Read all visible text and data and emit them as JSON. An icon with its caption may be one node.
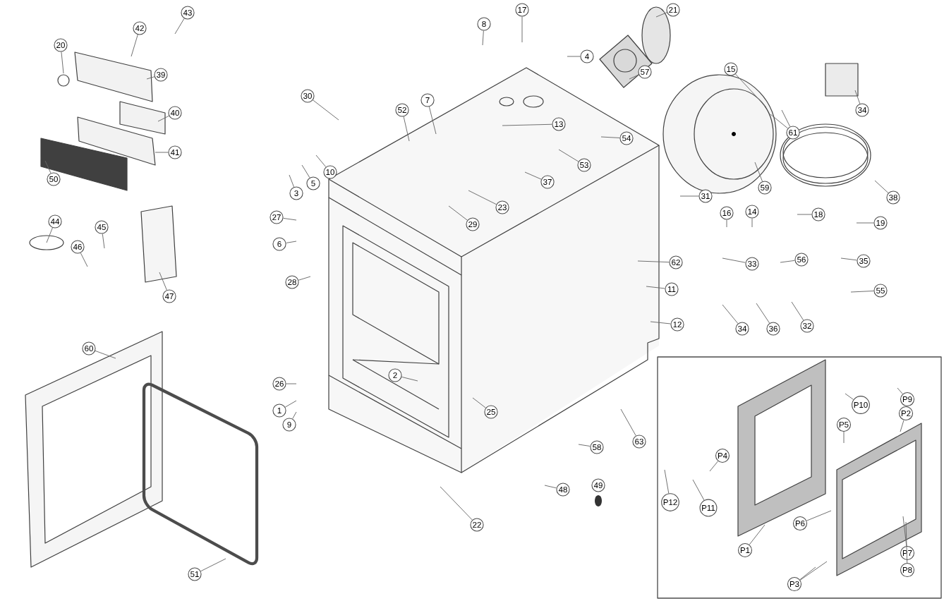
{
  "diagram": {
    "nodes": [
      {
        "text": [
          "43"
        ]
      },
      {
        "text": [
          "42"
        ]
      },
      {
        "text": [
          "20"
        ]
      },
      {
        "text": [
          "39"
        ]
      },
      {
        "text": [
          "40"
        ]
      },
      {
        "text": [
          "41"
        ]
      },
      {
        "text": [
          "50"
        ]
      },
      {
        "text": [
          "44"
        ]
      },
      {
        "text": [
          "45"
        ]
      },
      {
        "text": [
          "46"
        ]
      },
      {
        "text": [
          "47"
        ]
      },
      {
        "text": [
          "30"
        ]
      },
      {
        "text": [
          "3"
        ]
      },
      {
        "text": [
          "5"
        ]
      },
      {
        "text": [
          "10"
        ]
      },
      {
        "text": [
          "27"
        ]
      },
      {
        "text": [
          "6"
        ]
      },
      {
        "text": [
          "28"
        ]
      },
      {
        "text": [
          "8"
        ]
      },
      {
        "text": [
          "17"
        ]
      },
      {
        "text": [
          "4"
        ]
      },
      {
        "text": [
          "52"
        ]
      },
      {
        "text": [
          "7"
        ]
      },
      {
        "text": [
          "13"
        ]
      },
      {
        "text": [
          "53"
        ]
      },
      {
        "text": [
          "54"
        ]
      },
      {
        "text": [
          "37"
        ]
      },
      {
        "text": [
          "23"
        ]
      },
      {
        "text": [
          "29"
        ]
      },
      {
        "text": [
          "21"
        ]
      },
      {
        "text": [
          "57"
        ]
      },
      {
        "text": [
          "15"
        ]
      },
      {
        "text": [
          "34"
        ]
      },
      {
        "text": [
          "61"
        ]
      },
      {
        "text": [
          "59"
        ]
      },
      {
        "text": [
          "38"
        ]
      },
      {
        "text": [
          "31"
        ]
      },
      {
        "text": [
          "16"
        ]
      },
      {
        "text": [
          "14"
        ]
      },
      {
        "text": [
          "18"
        ]
      },
      {
        "text": [
          "19"
        ]
      },
      {
        "text": [
          "62"
        ]
      },
      {
        "text": [
          "33"
        ]
      },
      {
        "text": [
          "56"
        ]
      },
      {
        "text": [
          "35"
        ]
      },
      {
        "text": [
          "11"
        ]
      },
      {
        "text": [
          "55"
        ]
      },
      {
        "text": [
          "12"
        ]
      },
      {
        "text": [
          "34"
        ]
      },
      {
        "text": [
          "36"
        ]
      },
      {
        "text": [
          "32"
        ]
      },
      {
        "text": [
          "60"
        ]
      },
      {
        "text": [
          "26"
        ]
      },
      {
        "text": [
          "2"
        ]
      },
      {
        "text": [
          "1"
        ]
      },
      {
        "text": [
          "9"
        ]
      },
      {
        "text": [
          "25"
        ]
      },
      {
        "text": [
          "P10"
        ]
      },
      {
        "text": [
          "P9"
        ]
      },
      {
        "text": [
          "P2"
        ]
      },
      {
        "text": [
          "P5"
        ]
      },
      {
        "text": [
          "58"
        ]
      },
      {
        "text": [
          "63"
        ]
      },
      {
        "text": [
          "P4"
        ]
      },
      {
        "text": [
          "49"
        ]
      },
      {
        "text": [
          "48"
        ]
      },
      {
        "text": [
          "P12"
        ]
      },
      {
        "text": [
          "P11"
        ]
      },
      {
        "text": [
          "P6"
        ]
      },
      {
        "text": [
          "22"
        ]
      },
      {
        "text": [
          "P1"
        ]
      },
      {
        "text": [
          "P7"
        ]
      },
      {
        "text": [
          "P8"
        ]
      },
      {
        "text": [
          "P3"
        ]
      },
      {
        "text": [
          "51"
        ]
      }
    ],
    "edges": [
      {
        "from": 0,
        "to": null,
        "arrow": "none"
      },
      {
        "from": 1,
        "to": null,
        "arrow": "none"
      },
      {
        "from": 2,
        "to": null,
        "arrow": "none"
      },
      {
        "from": 3,
        "to": null,
        "arrow": "none"
      },
      {
        "from": 4,
        "to": null,
        "arrow": "none"
      },
      {
        "from": 5,
        "to": null,
        "arrow": "none"
      },
      {
        "from": 6,
        "to": null,
        "arrow": "none"
      },
      {
        "from": 7,
        "to": null,
        "arrow": "none"
      },
      {
        "from": 8,
        "to": null,
        "arrow": "none"
      },
      {
        "from": 9,
        "to": null,
        "arrow": "none"
      },
      {
        "from": 10,
        "to": null,
        "arrow": "none"
      },
      {
        "from": 11,
        "to": null,
        "arrow": "none"
      },
      {
        "from": 12,
        "to": null,
        "arrow": "none"
      },
      {
        "from": 13,
        "to": null,
        "arrow": "none"
      },
      {
        "from": 14,
        "to": null,
        "arrow": "none"
      },
      {
        "from": 15,
        "to": null,
        "arrow": "none"
      },
      {
        "from": 16,
        "to": null,
        "arrow": "none"
      },
      {
        "from": 17,
        "to": null,
        "arrow": "none"
      },
      {
        "from": 18,
        "to": null,
        "arrow": "none"
      },
      {
        "from": 19,
        "to": null,
        "arrow": "none"
      },
      {
        "from": 20,
        "to": null,
        "arrow": "none"
      },
      {
        "from": 21,
        "to": null,
        "arrow": "none"
      },
      {
        "from": 22,
        "to": null,
        "arrow": "none"
      },
      {
        "from": 23,
        "to": null,
        "arrow": "none"
      },
      {
        "from": 24,
        "to": null,
        "arrow": "none"
      },
      {
        "from": 25,
        "to": null,
        "arrow": "none"
      },
      {
        "from": 26,
        "to": null,
        "arrow": "none"
      },
      {
        "from": 27,
        "to": null,
        "arrow": "none"
      },
      {
        "from": 28,
        "to": null,
        "arrow": "none"
      },
      {
        "from": 29,
        "to": null,
        "arrow": "none"
      },
      {
        "from": 30,
        "to": null,
        "arrow": "none"
      },
      {
        "from": 31,
        "to": null,
        "arrow": "none"
      },
      {
        "from": 32,
        "to": null,
        "arrow": "none"
      },
      {
        "from": 33,
        "to": null,
        "arrow": "none"
      },
      {
        "from": 33,
        "to": null,
        "arrow": "none"
      },
      {
        "from": 34,
        "to": null,
        "arrow": "none"
      },
      {
        "from": 35,
        "to": null,
        "arrow": "none"
      },
      {
        "from": 36,
        "to": null,
        "arrow": "none"
      },
      {
        "from": 37,
        "to": null,
        "arrow": "none"
      },
      {
        "from": 38,
        "to": null,
        "arrow": "none"
      },
      {
        "from": 39,
        "to": null,
        "arrow": "none"
      },
      {
        "from": 40,
        "to": null,
        "arrow": "none"
      },
      {
        "from": 41,
        "to": null,
        "arrow": "none"
      },
      {
        "from": 42,
        "to": null,
        "arrow": "none"
      },
      {
        "from": 43,
        "to": null,
        "arrow": "none"
      },
      {
        "from": 44,
        "to": null,
        "arrow": "none"
      },
      {
        "from": 45,
        "to": null,
        "arrow": "none"
      },
      {
        "from": 46,
        "to": null,
        "arrow": "none"
      },
      {
        "from": 47,
        "to": null,
        "arrow": "none"
      },
      {
        "from": 48,
        "to": null,
        "arrow": "none"
      },
      {
        "from": 49,
        "to": null,
        "arrow": "none"
      },
      {
        "from": 50,
        "to": null,
        "arrow": "none"
      },
      {
        "from": 51,
        "to": null,
        "arrow": "none"
      },
      {
        "from": 52,
        "to": null,
        "arrow": "none"
      },
      {
        "from": 53,
        "to": null,
        "arrow": "none"
      },
      {
        "from": 54,
        "to": null,
        "arrow": "none"
      },
      {
        "from": 55,
        "to": null,
        "arrow": "none"
      },
      {
        "from": 56,
        "to": null,
        "arrow": "none"
      },
      {
        "from": 57,
        "to": null,
        "arrow": "none"
      },
      {
        "from": 58,
        "to": null,
        "arrow": "none"
      },
      {
        "from": 59,
        "to": null,
        "arrow": "none"
      },
      {
        "from": 60,
        "to": null,
        "arrow": "none"
      },
      {
        "from": 61,
        "to": null,
        "arrow": "none"
      },
      {
        "from": 62,
        "to": null,
        "arrow": "none"
      },
      {
        "from": 63,
        "to": null,
        "arrow": "none"
      },
      {
        "from": 65,
        "to": null,
        "arrow": "none"
      },
      {
        "from": 66,
        "to": null,
        "arrow": "none"
      },
      {
        "from": 67,
        "to": null,
        "arrow": "none"
      },
      {
        "from": 68,
        "to": null,
        "arrow": "none"
      },
      {
        "from": 69,
        "to": null,
        "arrow": "none"
      },
      {
        "from": 70,
        "to": null,
        "arrow": "none"
      },
      {
        "from": 71,
        "to": null,
        "arrow": "none"
      },
      {
        "from": 72,
        "to": null,
        "arrow": "none"
      },
      {
        "from": 73,
        "to": null,
        "arrow": "none"
      },
      {
        "from": 73,
        "to": null,
        "arrow": "none"
      },
      {
        "from": 74,
        "to": null,
        "arrow": "none"
      }
    ]
  }
}
